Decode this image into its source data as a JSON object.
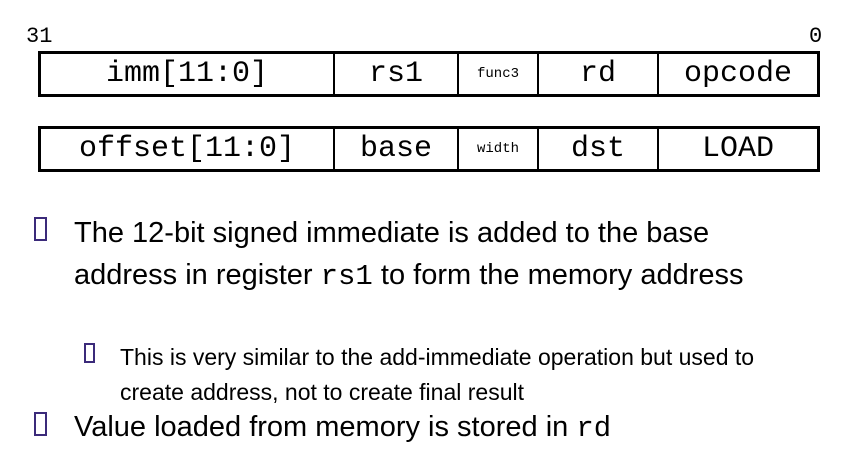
{
  "bits": {
    "high": "31",
    "low": "0"
  },
  "format_row": [
    {
      "label": "imm[11:0]"
    },
    {
      "label": "rs1"
    },
    {
      "label": "func3"
    },
    {
      "label": "rd"
    },
    {
      "label": "opcode"
    }
  ],
  "load_row": [
    {
      "label": "offset[11:0]"
    },
    {
      "label": "base"
    },
    {
      "label": "width"
    },
    {
      "label": "dst"
    },
    {
      "label": "LOAD"
    }
  ],
  "bullets": {
    "first": {
      "part1": "The 12-bit signed immediate is added to the base address in register ",
      "code": "rs1",
      "part2": " to form the memory address"
    },
    "sub": "This is very similar to the add-immediate operation but used to create address, not to create final result",
    "second": {
      "part1": "Value loaded from memory is stored in ",
      "code": "rd"
    }
  },
  "colors": {
    "bullet_box": "#3b2a7a"
  }
}
